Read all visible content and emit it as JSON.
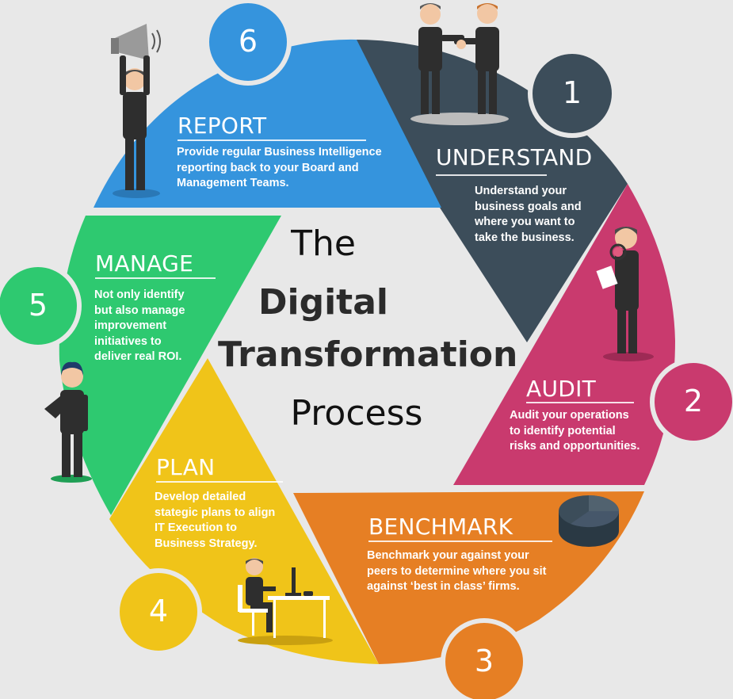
{
  "title": {
    "line1": "The",
    "line2": "Digital",
    "line3": "Transformation",
    "line4": "Process"
  },
  "colors": {
    "background": "#e8e8e8",
    "understand": "#3c4d5a",
    "audit": "#c93a6e",
    "benchmark": "#e67f24",
    "plan": "#f0c419",
    "manage": "#2ec970",
    "report": "#3594dd"
  },
  "steps": [
    {
      "number": "1",
      "heading": "UNDERSTAND",
      "text": "Understand your\nbusiness goals and\nwhere you want to\ntake the business.",
      "illustration": "handshake-icon"
    },
    {
      "number": "2",
      "heading": "AUDIT",
      "text": "Audit your operations\nto identify potential\nrisks and opportunities.",
      "illustration": "magnifier-inspector-icon"
    },
    {
      "number": "3",
      "heading": "BENCHMARK",
      "text": "Benchmark your against your\npeers to determine  where you sit\nagainst ‘best in class’ firms.",
      "illustration": "pie-chart-icon"
    },
    {
      "number": "4",
      "heading": "PLAN",
      "text": "Develop detailed\nstategic plans to align\nIT Execution to\nBusiness Strategy.",
      "illustration": "desk-worker-icon"
    },
    {
      "number": "5",
      "heading": "MANAGE",
      "text": "Not only identify\nbut also manage\nimprovement\ninitiatives to\ndeliver real ROI.",
      "illustration": "manager-icon"
    },
    {
      "number": "6",
      "heading": "REPORT",
      "text": "Provide regular Business Intelligence\nreporting back to your Board and\nManagement Teams.",
      "illustration": "megaphone-icon"
    }
  ]
}
